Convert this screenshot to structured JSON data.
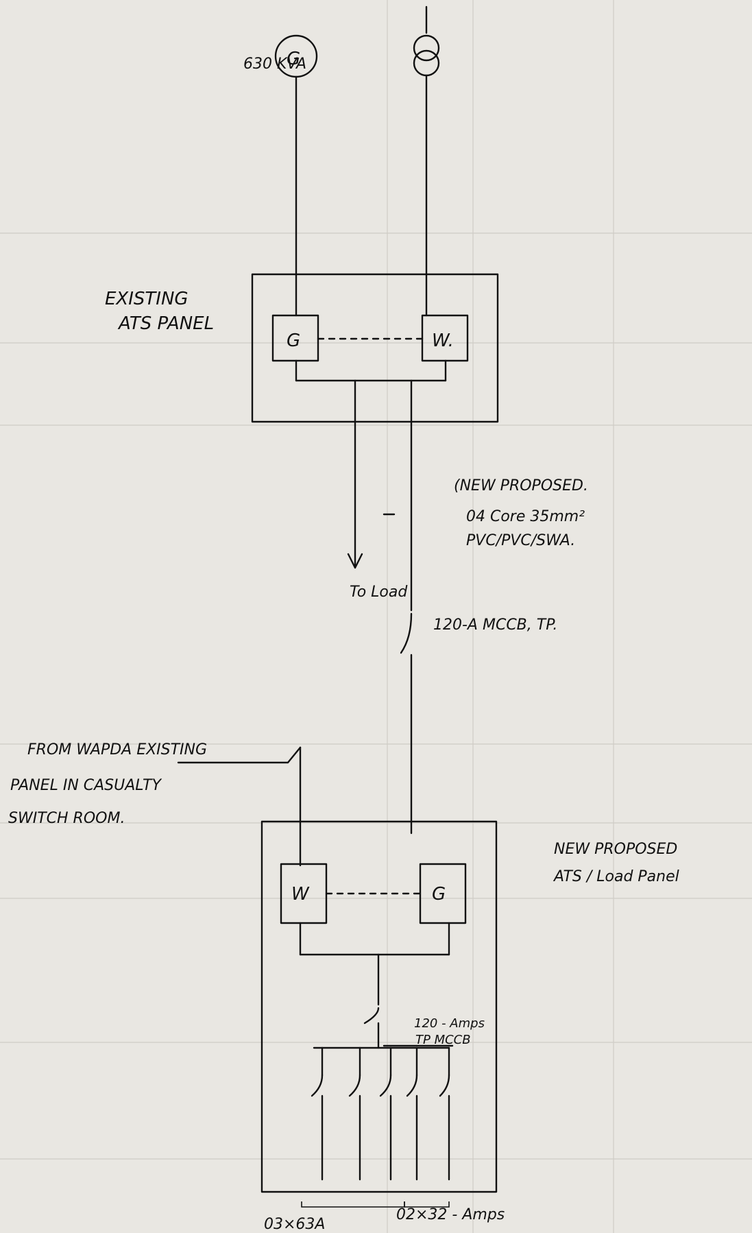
{
  "diagram": {
    "generator_symbol": "G",
    "generator_rating": "630 KVA",
    "existing_panel_label": [
      "EXISTING",
      "ATS PANEL"
    ],
    "existing_panel_left_box": "G",
    "existing_panel_right_box": "W.",
    "to_load_label": "To Load",
    "cable_label": [
      "(NEW PROPOSED.",
      "04 Core 35mm²",
      "PVC/PVC/SWA."
    ],
    "mccb_upper_label": "120-A MCCB, TP.",
    "wapda_label": [
      "FROM WAPDA EXISTING",
      "PANEL IN CASUALTY",
      "SWITCH ROOM."
    ],
    "new_panel_label": [
      "NEW PROPOSED",
      "ATS / Load Panel"
    ],
    "new_panel_left_box": "W",
    "new_panel_right_box": "G",
    "mccb_lower_label": [
      "120 - Amps",
      "TP MCCB"
    ],
    "outgoing_left_label": "03×63A",
    "outgoing_right_label": "02×32 - Amps"
  },
  "colors": {
    "paper": "#e9e7e2",
    "ink": "#111111",
    "bleed_text": "#b9b6b0"
  }
}
